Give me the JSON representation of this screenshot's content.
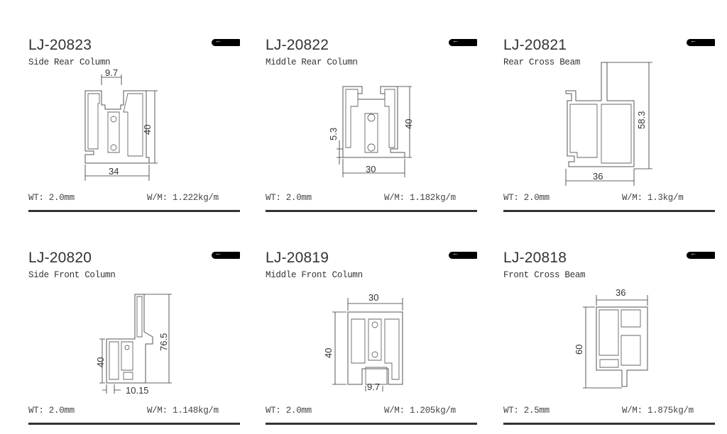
{
  "products": [
    {
      "code": "LJ-20823",
      "name": "Side Rear Column",
      "wt": "WT: 2.0mm",
      "wm": "W/M: 1.222kg/m",
      "dims": [
        "9.7",
        "40",
        "34"
      ]
    },
    {
      "code": "LJ-20822",
      "name": "Middle Rear Column",
      "wt": "WT: 2.0mm",
      "wm": "W/M: 1.182kg/m",
      "dims": [
        "5.3",
        "40",
        "30"
      ]
    },
    {
      "code": "LJ-20821",
      "name": "Rear Cross Beam",
      "wt": "WT: 2.0mm",
      "wm": "W/M: 1.3kg/m",
      "dims": [
        "58.3",
        "36"
      ]
    },
    {
      "code": "LJ-20820",
      "name": "Side Front Column",
      "wt": "WT: 2.0mm",
      "wm": "W/M: 1.148kg/m",
      "dims": [
        "76.5",
        "40",
        "10.15"
      ]
    },
    {
      "code": "LJ-20819",
      "name": "Middle Front Column",
      "wt": "WT: 2.0mm",
      "wm": "W/M: 1.205kg/m",
      "dims": [
        "30",
        "40",
        "9.7"
      ]
    },
    {
      "code": "LJ-20818",
      "name": "Front Cross Beam",
      "wt": "WT: 2.5mm",
      "wm": "W/M: 1.875kg/m",
      "dims": [
        "36",
        "60"
      ]
    }
  ],
  "tag_icon": "arrow-left-icon",
  "tag_glyph": "←"
}
